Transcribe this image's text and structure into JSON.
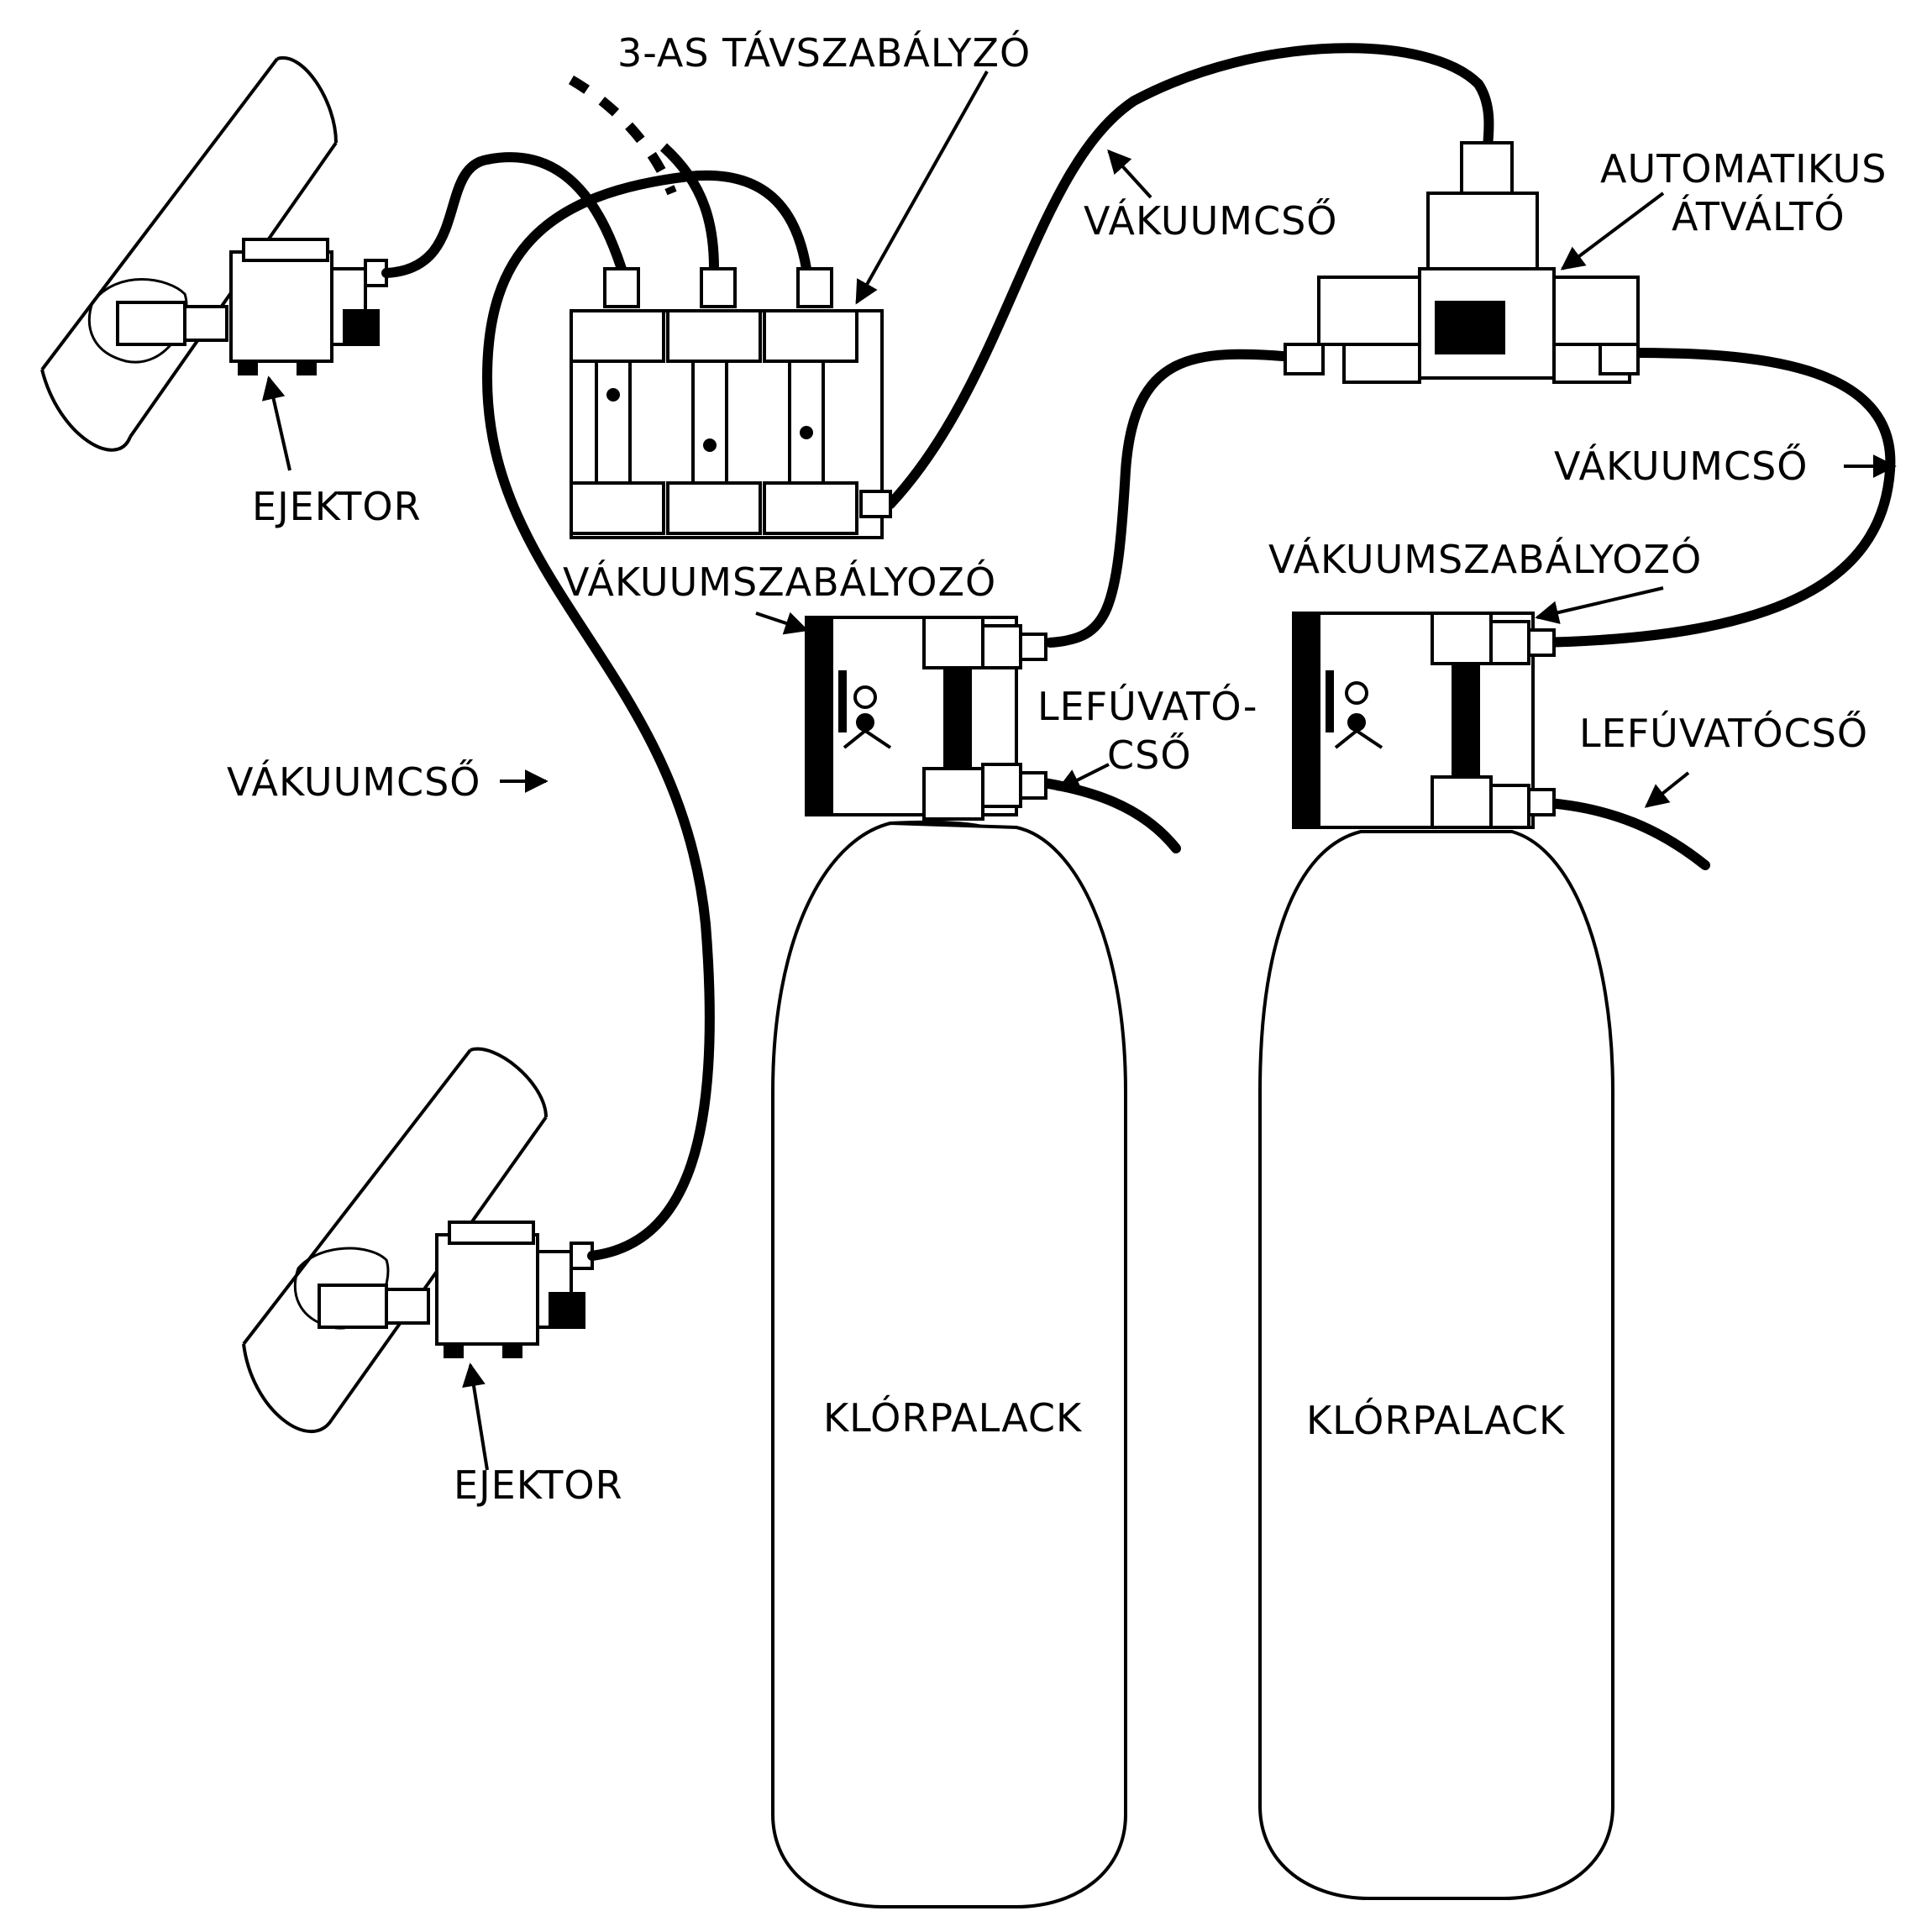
{
  "labels": {
    "remote_regulator": "3-AS TÁVSZABÁLYZÓ",
    "vacuum_tube_top": "VÁKUUMCSŐ",
    "switchover_line1": "AUTOMATIKUS",
    "switchover_line2": "ÁTVÁLTÓ",
    "vacuum_tube_right": "VÁKUUMCSŐ",
    "vacuum_regulator_left": "VÁKUUMSZABÁLYOZÓ",
    "vacuum_regulator_right": "VÁKUUMSZABÁLYOZÓ",
    "vent_tube_left_line1": "LEFÚVATÓ-",
    "vent_tube_left_line2": "CSŐ",
    "vent_tube_right": "LEFÚVATÓCSŐ",
    "vacuum_tube_left": "VÁKUUMCSŐ",
    "ejector_top": "EJEKTOR",
    "ejector_bottom": "EJEKTOR",
    "cylinder_left": "KLÓRPALACK",
    "cylinder_right": "KLÓRPALACK"
  },
  "colors": {
    "ink": "#000000",
    "paper": "#ffffff"
  }
}
